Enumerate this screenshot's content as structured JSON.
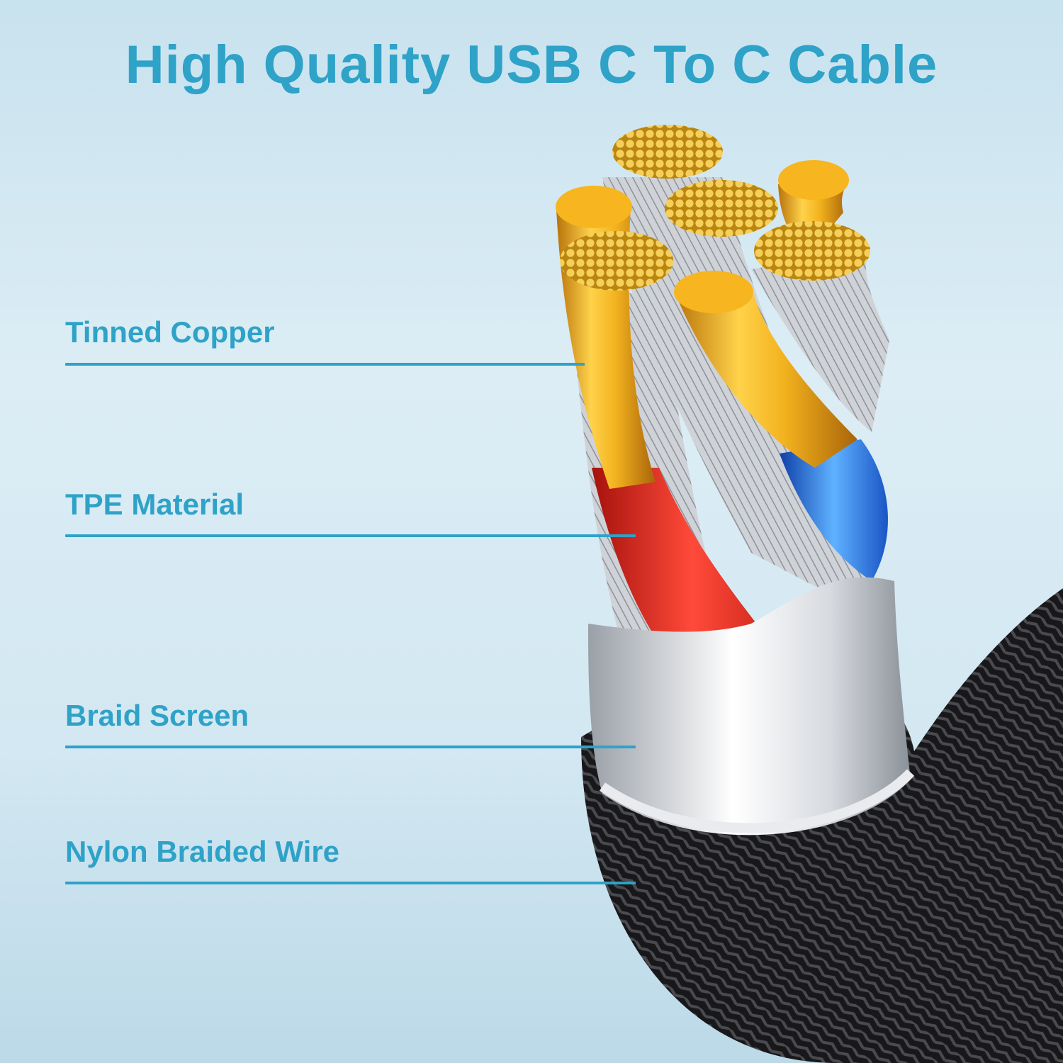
{
  "title": "High Quality USB C To C Cable",
  "colors": {
    "accent": "#2fa2c8",
    "gold": "#e6a816",
    "silver": "#c9ccd1",
    "red_insulation": "#e0241b",
    "blue_insulation": "#1f6fe0",
    "braid_black": "#1b1b1d"
  },
  "callouts": [
    {
      "label": "Tinned Copper"
    },
    {
      "label": "TPE Material"
    },
    {
      "label": "Braid Screen"
    },
    {
      "label": "Nylon Braided Wire"
    }
  ]
}
